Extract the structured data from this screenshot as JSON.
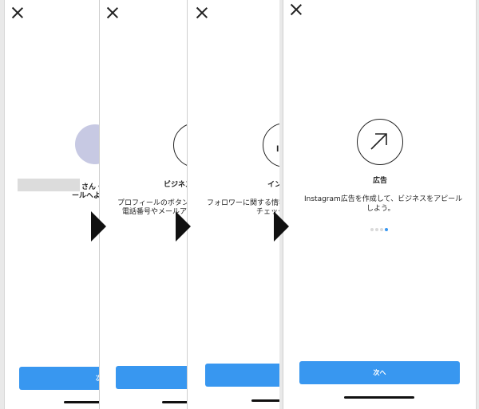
{
  "panel1": {
    "partial_name_suffix": "さん・",
    "partial_line2": "ールへよ"
  },
  "panel2": {
    "title_fragment": "ビジネス",
    "line1": "プロフィールのボタン",
    "line2": "電話番号やメールアト"
  },
  "panel3": {
    "icon_glyph": "l",
    "title_fragment": "イン",
    "line1": "フォロワーに関する情報",
    "line2": "チェック"
  },
  "panel4": {
    "title": "広告",
    "line1": "Instagram広告を作成して、ビジネスをアピール",
    "line2": "しよう。",
    "next_label": "次へ",
    "page_indicator": {
      "count": 4,
      "active": 4
    }
  },
  "button_partial": "次",
  "colors": {
    "accent": "#3897f0",
    "avatar": "#c7c9e3"
  },
  "icons": [
    "close-icon",
    "arrow-up-right-icon",
    "next-arrow-icon"
  ]
}
